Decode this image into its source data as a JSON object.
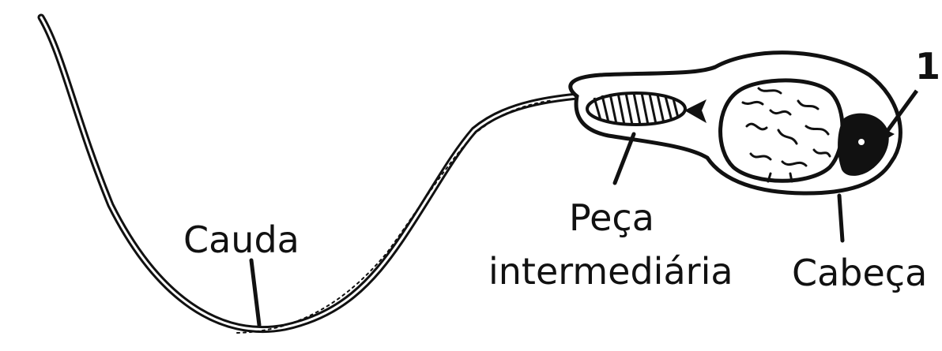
{
  "diagram": {
    "labels": {
      "tail": "Cauda",
      "midpiece_line1": "Peça",
      "midpiece_line2": "intermediária",
      "head": "Cabeça",
      "marker": "1"
    },
    "colors": {
      "ink": "#111111",
      "background": "#ffffff",
      "acrosome": "#111111"
    }
  }
}
